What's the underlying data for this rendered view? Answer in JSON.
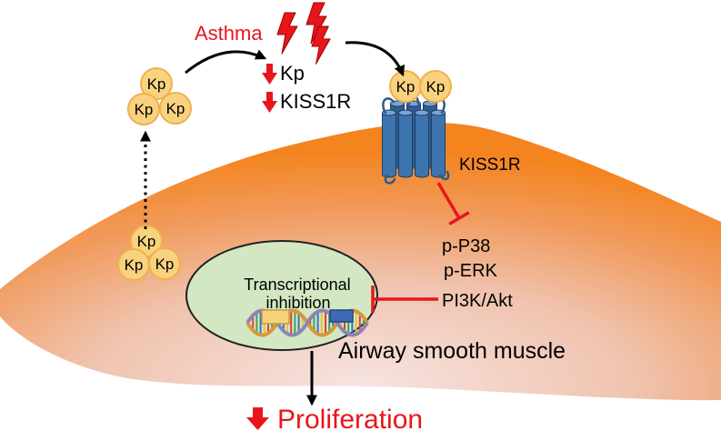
{
  "trigger": {
    "label": "Asthma",
    "icon": "lightning-bolt-icon"
  },
  "asthma_effects": [
    {
      "label": "Kp",
      "icon": "red-down-arrow-icon"
    },
    {
      "label": "KISS1R",
      "icon": "red-down-arrow-icon"
    }
  ],
  "ligand": {
    "extracellular_cluster": [
      "Kp",
      "Kp",
      "Kp"
    ],
    "receptor_bound": [
      "Kp",
      "Kp"
    ],
    "intracellular_cluster": [
      "Kp",
      "Kp",
      "Kp"
    ]
  },
  "receptor": {
    "label": "KISS1R",
    "icon": "seven-transmembrane-receptor-icon"
  },
  "signaling": [
    "p-P38",
    "p-ERK",
    "PI3K/Akt"
  ],
  "nucleus": {
    "lines": [
      "Transcriptional",
      "inhibition"
    ],
    "icon": "dna-helix-icon"
  },
  "cell": {
    "label": "Airway smooth muscle"
  },
  "outcome": {
    "label": "Proliferation",
    "icon": "red-down-arrow-icon"
  },
  "colors": {
    "accent_red": "#e8161b",
    "ligand_fill": "#f9d27f",
    "ligand_stroke": "#efb04c",
    "receptor_blue": "#3e74ad",
    "nucleus_green": "#d3e7c3",
    "cell_edge": "#f4841e",
    "cell_center": "#f6e4e1"
  }
}
